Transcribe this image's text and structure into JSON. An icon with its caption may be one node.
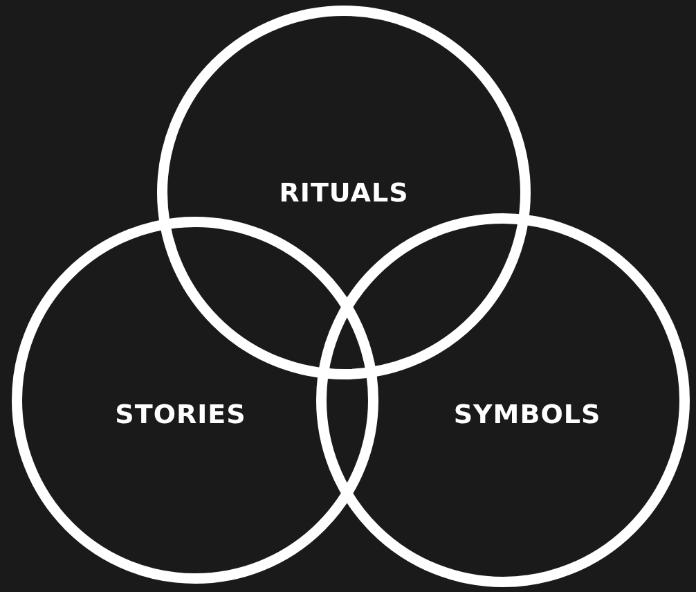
{
  "diagram": {
    "nodes": [
      {
        "text": [
          "RITUALS"
        ]
      },
      {
        "text": [
          "STORIES"
        ]
      },
      {
        "text": [
          "SYMBOLS"
        ]
      }
    ]
  }
}
